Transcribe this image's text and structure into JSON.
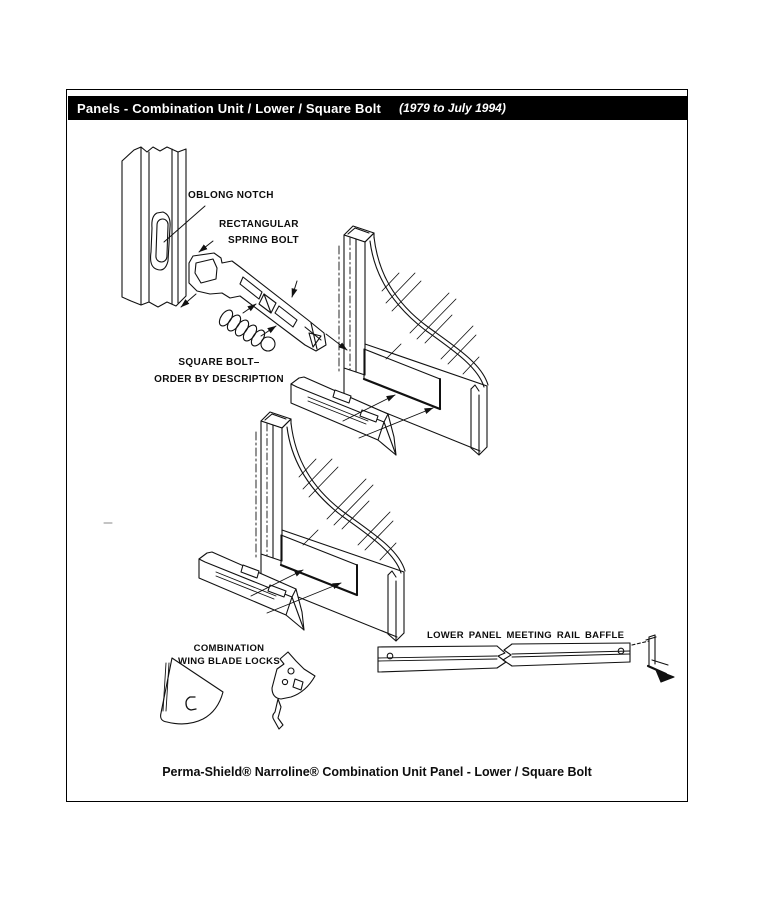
{
  "header": {
    "title": "Panels - Combination Unit / Lower / Square Bolt",
    "date_range": "(1979 to July 1994)"
  },
  "labels": {
    "oblong_notch": "OBLONG NOTCH",
    "spring_bolt_line1": "RECTANGULAR",
    "spring_bolt_line2": "SPRING BOLT",
    "square_bolt_line1": "SQUARE BOLT–",
    "square_bolt_line2": "ORDER BY DESCRIPTION",
    "combination_locks_line1": "COMBINATION",
    "combination_locks_line2": "WING BLADE LOCKS",
    "meeting_rail_baffle": "LOWER PANEL MEETING RAIL BAFFLE"
  },
  "footer": {
    "caption": "Perma-Shield® Narroline® Combination Unit Panel - Lower / Square Bolt"
  },
  "colors": {
    "ink": "#111111",
    "header_bg": "#000000",
    "header_text": "#ffffff",
    "paper": "#ffffff"
  }
}
